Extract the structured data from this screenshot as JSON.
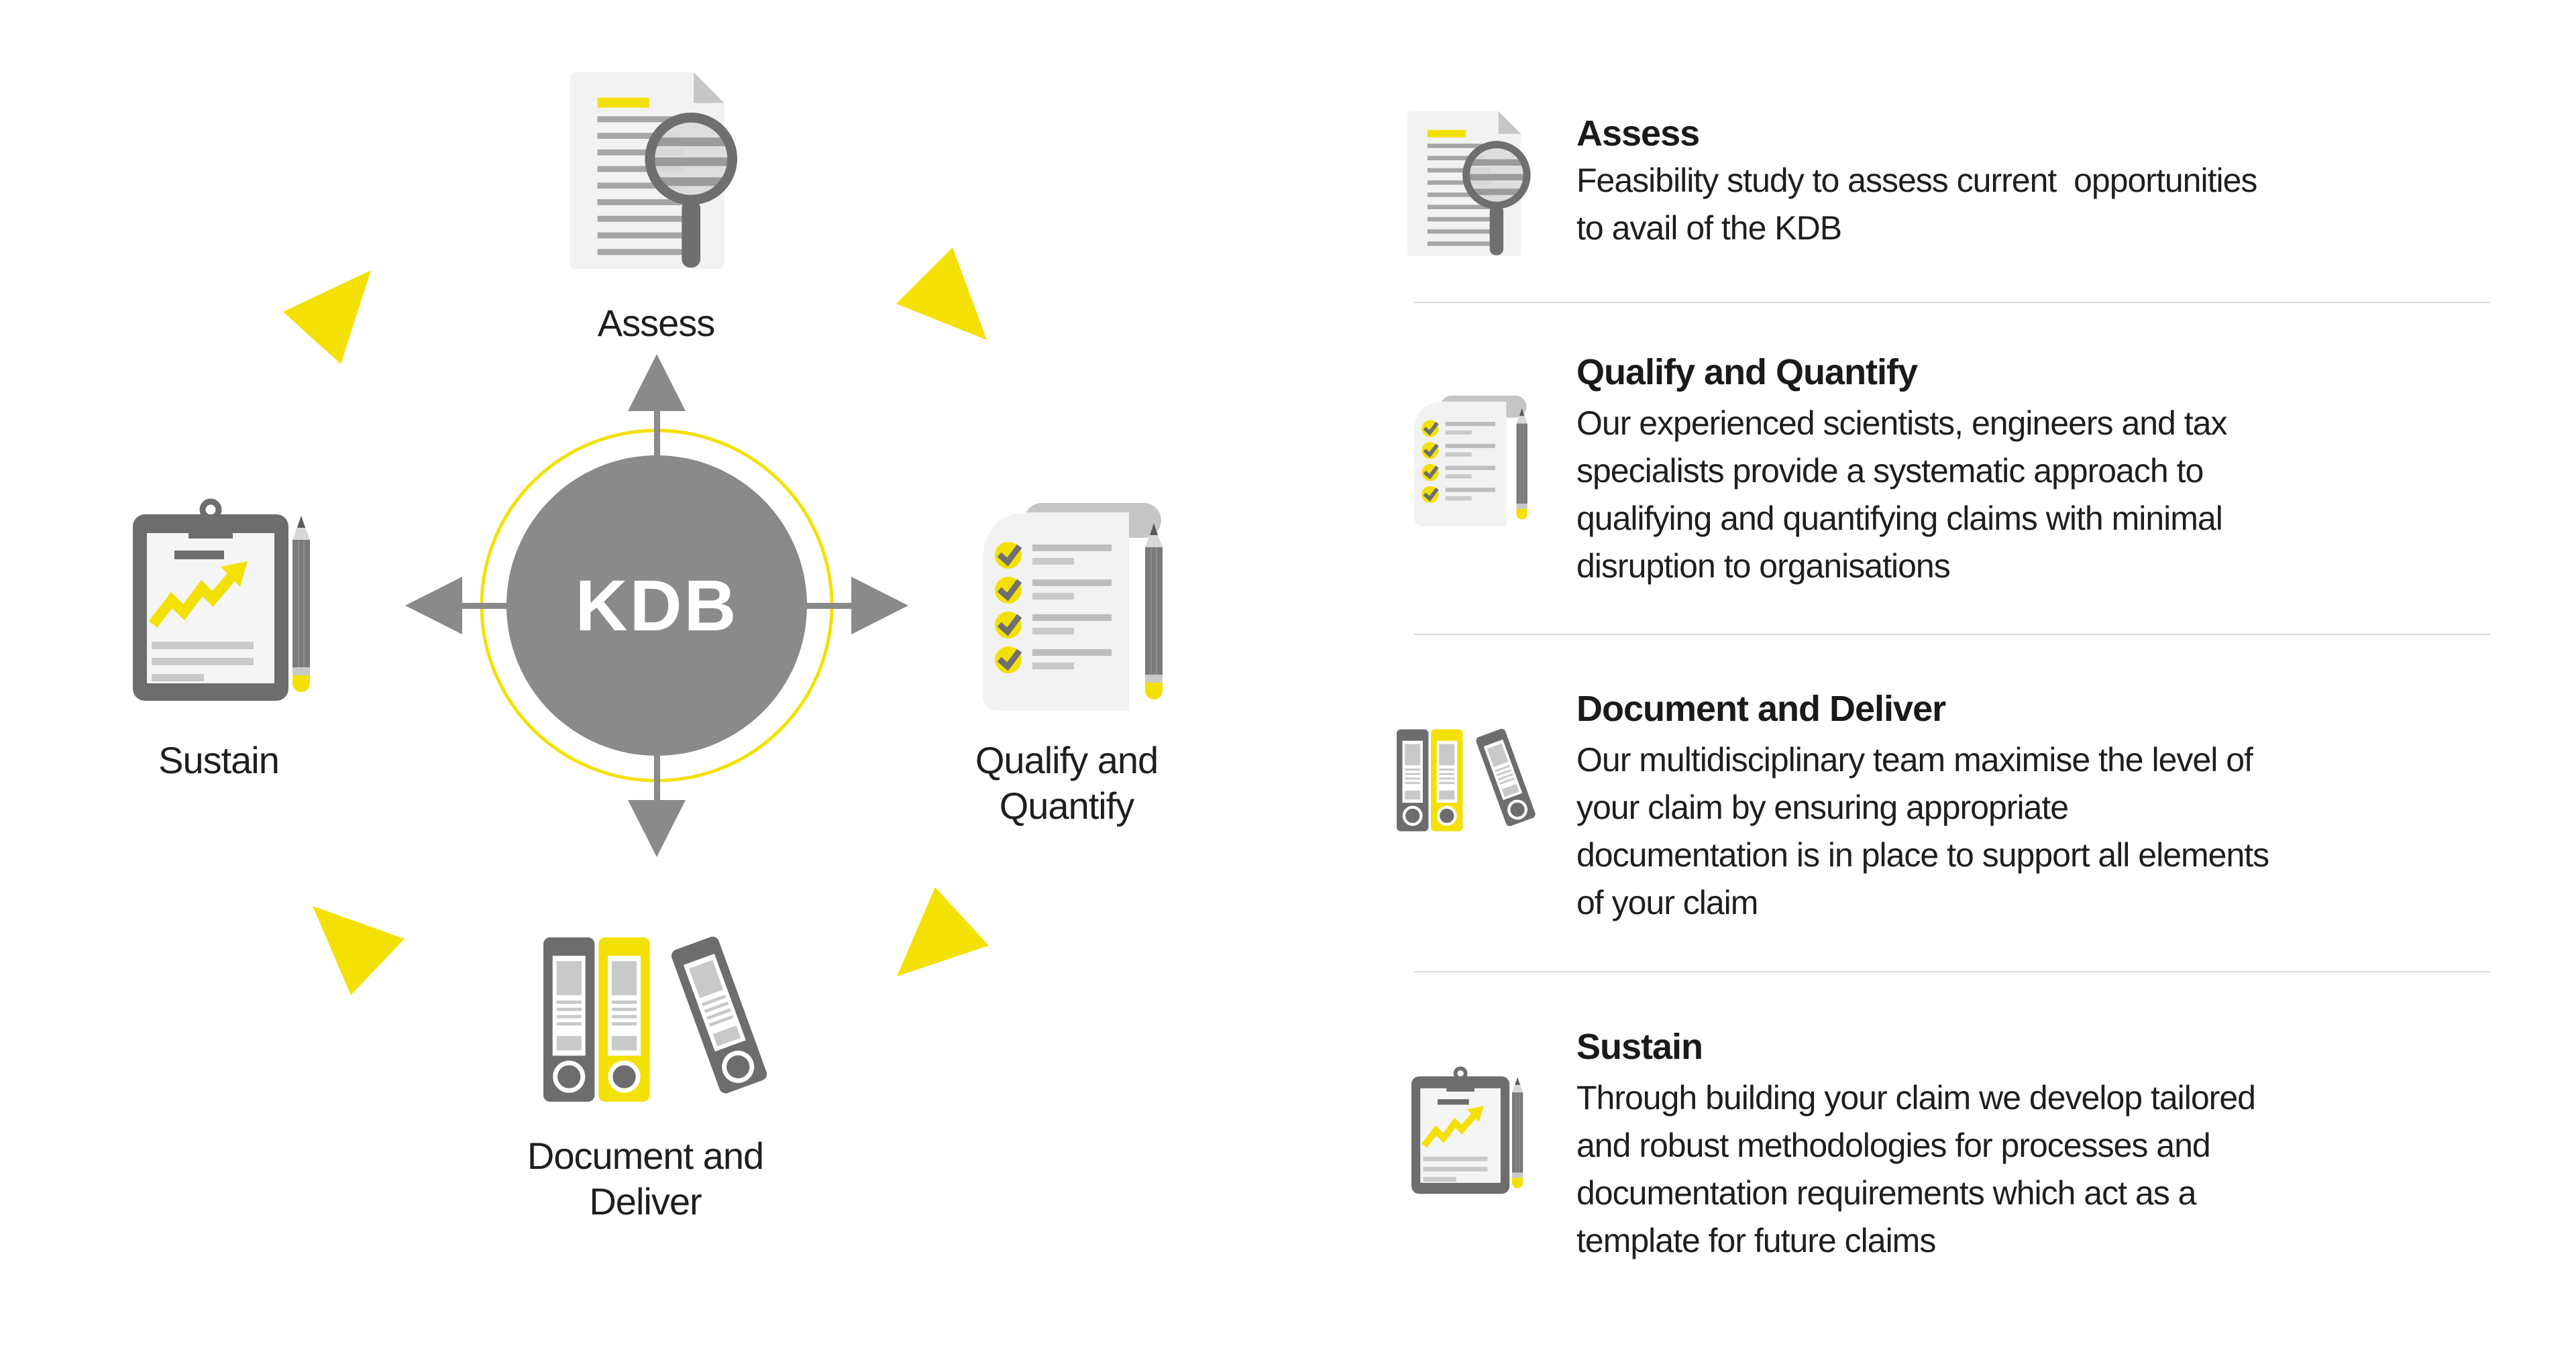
{
  "page": {
    "background": "#FFFFFF"
  },
  "colors": {
    "brand_yellow": "#F3E106",
    "hub_gray": "#8A8A8A",
    "icon_dark_gray": "#6D6D6D",
    "paper_gray": "#F2F2F2",
    "text": "#1E1E1E",
    "divider_gray": "#D9D9D9"
  },
  "diagram": {
    "hub_label": "KDB",
    "labels": {
      "top": "Assess",
      "right": "Qualify and\nQuantify",
      "bottom": "Document and\nDeliver",
      "left": "Sustain"
    },
    "icons": {
      "top": "document-magnifier-icon",
      "right": "checklist-pencil-icon",
      "bottom": "ring-binders-icon",
      "left": "clipboard-chart-icon"
    }
  },
  "panel": {
    "sections": [
      {
        "icon": "document-magnifier-icon",
        "title": "Assess",
        "body": "Feasibility study to assess current  opportunities\nto avail of the KDB"
      },
      {
        "icon": "checklist-pencil-icon",
        "title": "Qualify and Quantify",
        "body": "Our experienced scientists, engineers and tax\nspecialists provide a systematic approach to\nqualifying and quantifying claims with minimal\ndisruption to organisations"
      },
      {
        "icon": "ring-binders-icon",
        "title": "Document and Deliver",
        "body": "Our multidisciplinary team maximise the level of\nyour claim by ensuring appropriate\ndocumentation is in place to support all elements\nof your claim"
      },
      {
        "icon": "clipboard-chart-icon",
        "title": "Sustain",
        "body": "Through building your claim we develop tailored\nand robust methodologies for processes and\ndocumentation requirements which act as a\ntemplate for future claims"
      }
    ]
  }
}
